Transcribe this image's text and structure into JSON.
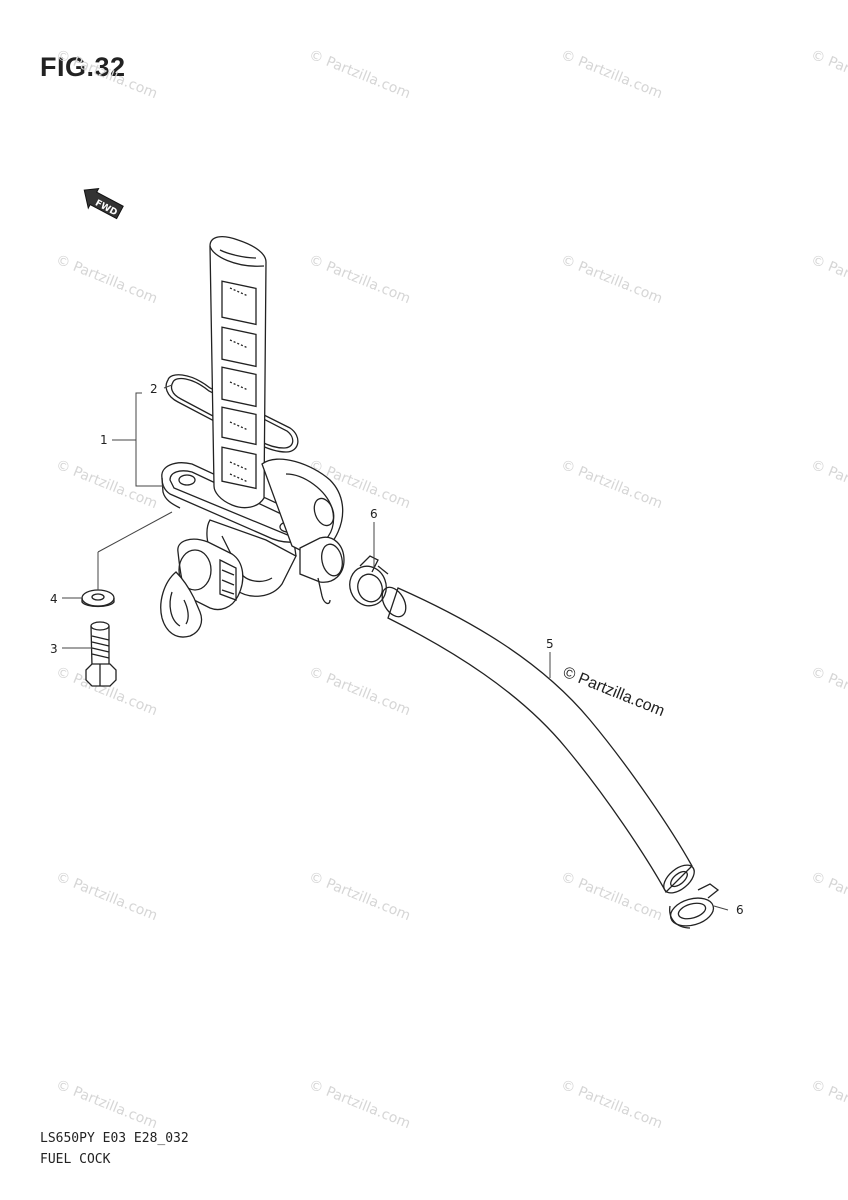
{
  "figure": {
    "title": "FIG.32",
    "direction_label": "FWD"
  },
  "callouts": [
    {
      "id": "callout-1",
      "label": "1"
    },
    {
      "id": "callout-2",
      "label": "2"
    },
    {
      "id": "callout-3",
      "label": "3"
    },
    {
      "id": "callout-4",
      "label": "4"
    },
    {
      "id": "callout-5",
      "label": "5"
    },
    {
      "id": "callout-6a",
      "label": "6"
    },
    {
      "id": "callout-6b",
      "label": "6"
    }
  ],
  "watermark": {
    "text": "© Partzilla.com",
    "main_text": "© Partzilla.com"
  },
  "footer": {
    "model_code": "LS650PY E03 E28_032",
    "caption": "FUEL COCK"
  }
}
